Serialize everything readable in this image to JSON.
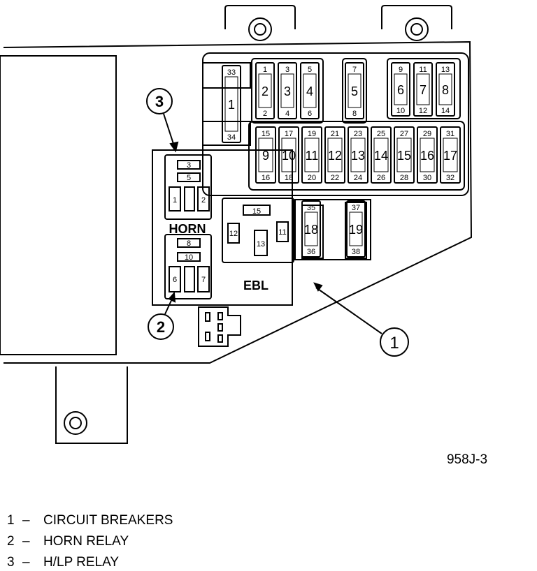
{
  "figure_id": "958J-3",
  "callouts": {
    "c1": "1",
    "c2": "2",
    "c3": "3"
  },
  "block_labels": {
    "horn": "HORN",
    "ebl": "EBL"
  },
  "top_row": [
    {
      "top": "33",
      "mid": "1",
      "bot": "34"
    },
    {
      "top": "1",
      "mid": "2",
      "bot": "2"
    },
    {
      "top": "3",
      "mid": "3",
      "bot": "4"
    },
    {
      "top": "5",
      "mid": "4",
      "bot": "6"
    },
    {
      "top": "7",
      "mid": "5",
      "bot": "8"
    },
    {
      "top": "9",
      "mid": "6",
      "bot": "10"
    },
    {
      "top": "11",
      "mid": "7",
      "bot": "12"
    },
    {
      "top": "13",
      "mid": "8",
      "bot": "14"
    }
  ],
  "bottom_row": [
    {
      "top": "15",
      "mid": "9",
      "bot": "16"
    },
    {
      "top": "17",
      "mid": "10",
      "bot": "18"
    },
    {
      "top": "19",
      "mid": "11",
      "bot": "20"
    },
    {
      "top": "21",
      "mid": "12",
      "bot": "22"
    },
    {
      "top": "23",
      "mid": "13",
      "bot": "24"
    },
    {
      "top": "25",
      "mid": "14",
      "bot": "26"
    },
    {
      "top": "27",
      "mid": "15",
      "bot": "28"
    },
    {
      "top": "29",
      "mid": "16",
      "bot": "30"
    },
    {
      "top": "31",
      "mid": "17",
      "bot": "32"
    }
  ],
  "cb_row": [
    {
      "top": "35",
      "mid": "18",
      "bot": "36"
    },
    {
      "top": "37",
      "mid": "19",
      "bot": "38"
    }
  ],
  "relay_labels": {
    "h3": "3",
    "h5": "5",
    "h1": "1",
    "h2": "2",
    "h8": "8",
    "h10": "10",
    "h6": "6",
    "h7": "7",
    "e15": "15",
    "e12": "12",
    "e13": "13",
    "e11": "11"
  },
  "legend": [
    {
      "num": "1",
      "dash": "–",
      "text": "CIRCUIT BREAKERS"
    },
    {
      "num": "2",
      "dash": "–",
      "text": "HORN RELAY"
    },
    {
      "num": "3",
      "dash": "–",
      "text": "H/LP RELAY"
    }
  ]
}
